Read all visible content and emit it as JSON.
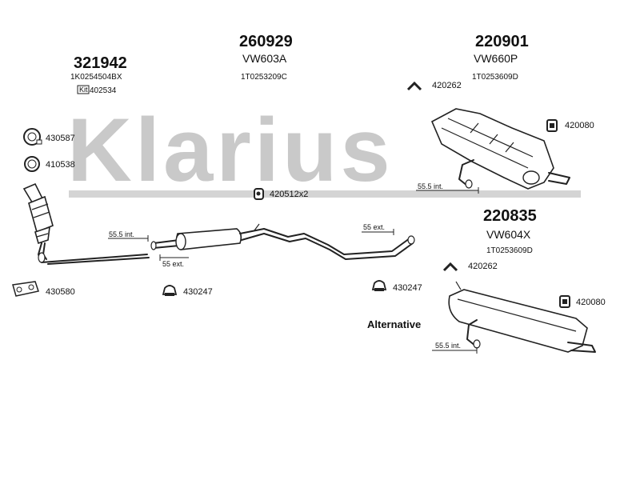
{
  "brand": {
    "watermark": "Klarius"
  },
  "groups": {
    "catalytic": {
      "part_no": "321942",
      "oem": "1K0254504BX",
      "kit_badge": "Kit",
      "kit_no": "402534"
    },
    "middle": {
      "part_no": "260929",
      "model": "VW603A",
      "oem": "1T0253209C"
    },
    "rear": {
      "part_no": "220901",
      "model": "VW660P",
      "oem": "1T0253609D"
    },
    "alt_rear": {
      "part_no": "220835",
      "model": "VW604X",
      "oem": "1T0253609D"
    }
  },
  "fittings": {
    "ring_430587": "430587",
    "ring_410538": "410538",
    "mount_420512": "420512x2",
    "gasket_430580": "430580",
    "clamp_430247_a": "430247",
    "clamp_430247_b": "430247",
    "hanger_420262_top": "420262",
    "rubber_420080_top": "420080",
    "hanger_420262_alt": "420262",
    "rubber_420080_alt": "420080"
  },
  "dimensions": {
    "dim_cat_int": "55.5 int.",
    "dim_mid_ext": "55 ext.",
    "dim_tail_ext": "55 ext.",
    "dim_rear_int": "55.5 int.",
    "dim_alt_int": "55.5 int."
  },
  "labels": {
    "alternative": "Alternative"
  }
}
